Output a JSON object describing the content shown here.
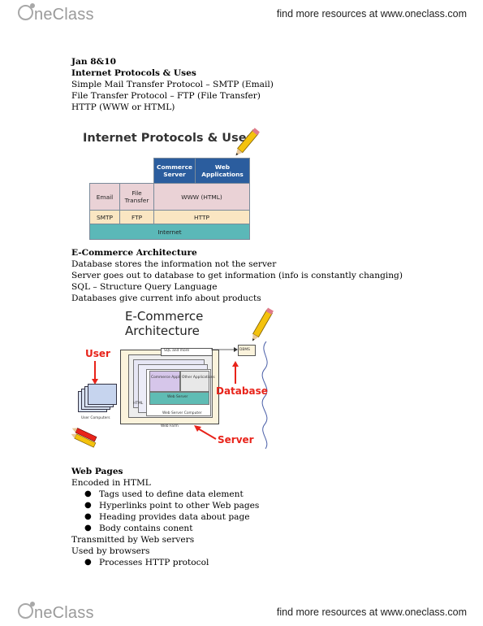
{
  "header": {
    "logo_text": "neClass",
    "tagline": "find more resources at www.oneclass.com"
  },
  "footer": {
    "logo_text": "neClass",
    "tagline": "find more resources at www.oneclass.com"
  },
  "notes": {
    "date": "Jan 8&10",
    "heading1": "Internet Protocols & Uses",
    "protocols": [
      "Simple Mail Transfer Protocol – SMTP (Email)",
      "File Transfer Protocol – FTP (File Transfer)",
      "HTTP (WWW or HTML)"
    ],
    "heading2": "E-Commerce Architecture",
    "arch_lines": [
      "Database stores the information not the server",
      "Server goes out to database to get information (info is constantly changing)",
      "SQL – Structure Query Language",
      "Databases give current info about products"
    ],
    "heading3": "Web Pages",
    "encoded": "Encoded in HTML",
    "html_bullets": [
      "Tags used to define data element",
      "Hyperlinks point to other Web pages",
      "Heading provides data about page",
      "Body contains conent"
    ],
    "transmitted": "Transmitted by Web servers",
    "used_by": "Used by browsers",
    "browser_bullets": [
      "Processes HTTP protocol"
    ]
  },
  "figure1": {
    "title": "Internet Protocols & Uses",
    "commerce_server": "Commerce Server",
    "web_applications": "Web Applications",
    "email": "Email",
    "file_transfer": "File Transfer",
    "www": "WWW (HTML)",
    "smtp": "SMTP",
    "ftp": "FTP",
    "http": "HTTP",
    "internet": "Internet"
  },
  "figure2": {
    "title_line1": "E-Commerce",
    "title_line2": "Architecture",
    "user": "User",
    "database": "Database",
    "server": "Server",
    "sql_and_more": "SQL and more",
    "dbms": "DBMS",
    "commerce_app": "Commerce Application",
    "other_apps": "Other Applications",
    "web_server": "Web Server",
    "html": "HTML",
    "web_server_computer": "Web Server Computer",
    "web_farm": "Web Farm",
    "user_computers": "User Computers"
  },
  "colors": {
    "header_dark": "#2b5d9e",
    "row_pink": "#ead2d6",
    "row_peach": "#fae6c2",
    "row_teal": "#5bb8b8",
    "accent_red": "#e8231a"
  }
}
